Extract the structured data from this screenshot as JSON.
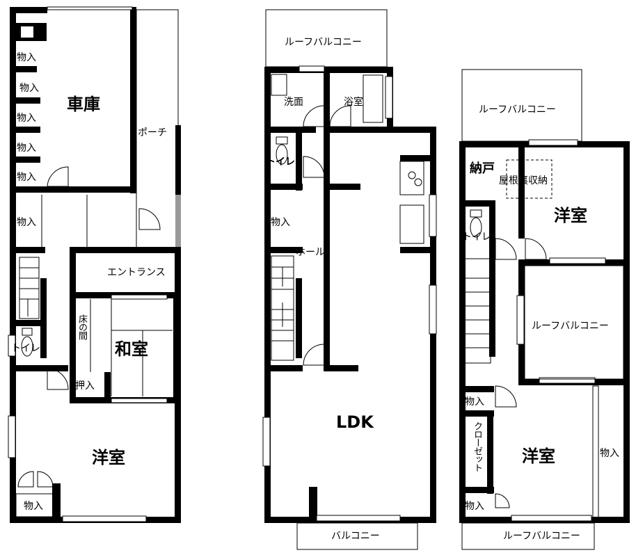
{
  "floor1": {
    "garage": "車庫",
    "porch": "ポーチ",
    "storage": "物入",
    "oshiire": "押入",
    "entrance": "エントランス",
    "washitsu": "和室",
    "tokonoma": "床の間",
    "toilet": "トイレ",
    "western_room": "洋室"
  },
  "floor2": {
    "roof_balcony": "ルーフバルコニー",
    "washroom": "洗面",
    "bathroom": "浴室",
    "toilet": "トイレ",
    "storage": "物入",
    "hall": "ホール",
    "ldk": "LDK",
    "balcony": "バルコニー"
  },
  "floor3": {
    "roof_balcony_top": "ルーフバルコニー",
    "nando": "納戸",
    "attic_storage": "屋根裏収納",
    "western_room_a": "洋室",
    "toilet": "トイレ",
    "roof_balcony_mid": "ルーフバルコニー",
    "storage": "物入",
    "closet": "クローゼット",
    "western_room_b": "洋室",
    "roof_balcony_bottom": "ルーフバルコニー"
  }
}
